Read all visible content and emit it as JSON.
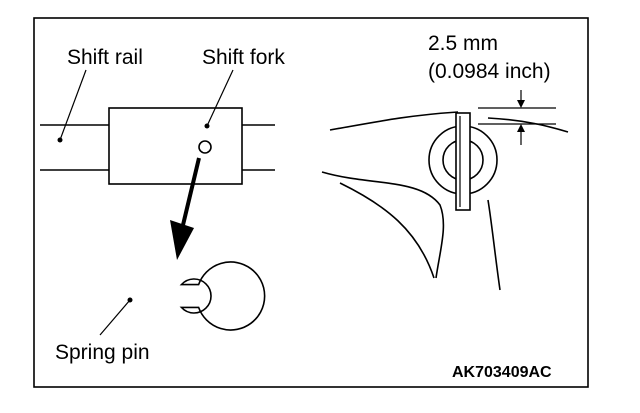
{
  "labels": {
    "shift_rail": "Shift rail",
    "shift_fork": "Shift fork",
    "spring_pin": "Spring pin",
    "dimension_mm": "2.5 mm",
    "dimension_inch": "(0.0984 inch)",
    "figure_code": "AK703409AC"
  },
  "colors": {
    "line": "#000000",
    "background": "#ffffff"
  }
}
